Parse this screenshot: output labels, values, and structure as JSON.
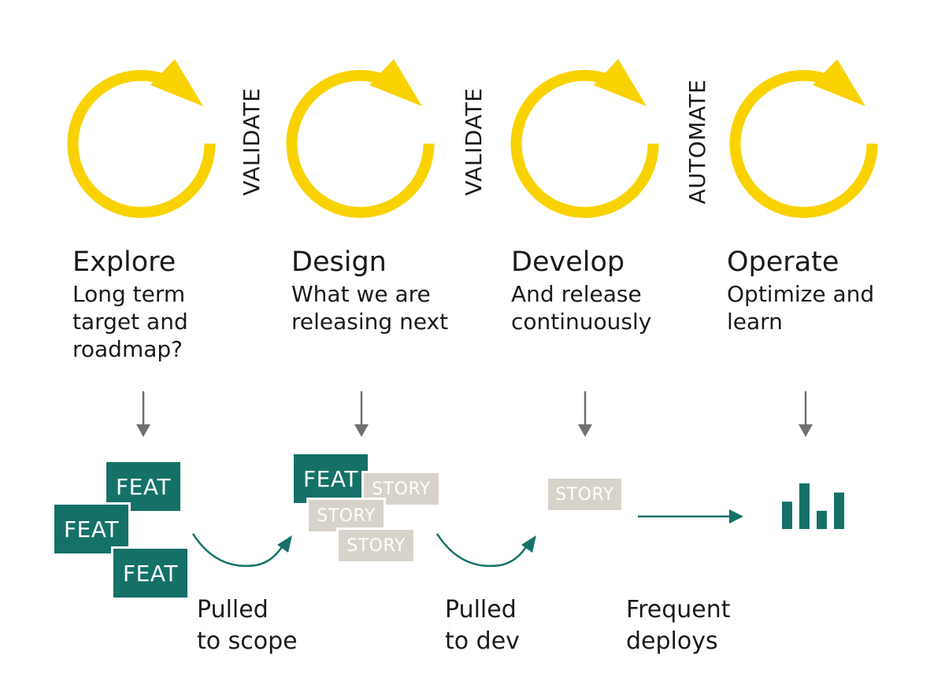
{
  "colors": {
    "cycle": "#F9D200",
    "teal": "#157168",
    "story": "#D8D3CA",
    "arrow_gray": "#707070"
  },
  "icons": {
    "cycle": "circular-arrow-icon",
    "down": "arrow-down-icon",
    "chart": "bar-chart-icon"
  },
  "stages": [
    {
      "title": "Explore",
      "description": "Long term\ntarget and\nroadmap?"
    },
    {
      "title": "Design",
      "description": "What we are\nreleasing next"
    },
    {
      "title": "Develop",
      "description": "And release\ncontinuously"
    },
    {
      "title": "Operate",
      "description": "Optimize and\nlearn"
    }
  ],
  "transitions": [
    "VALIDATE",
    "VALIDATE",
    "AUTOMATE"
  ],
  "cards": {
    "feat": "FEAT",
    "story": "STORY"
  },
  "bar_chart": {
    "values": [
      3,
      5,
      2,
      4
    ]
  },
  "flow_captions": [
    "Pulled\nto scope",
    "Pulled\nto dev",
    "Frequent\ndeploys"
  ]
}
